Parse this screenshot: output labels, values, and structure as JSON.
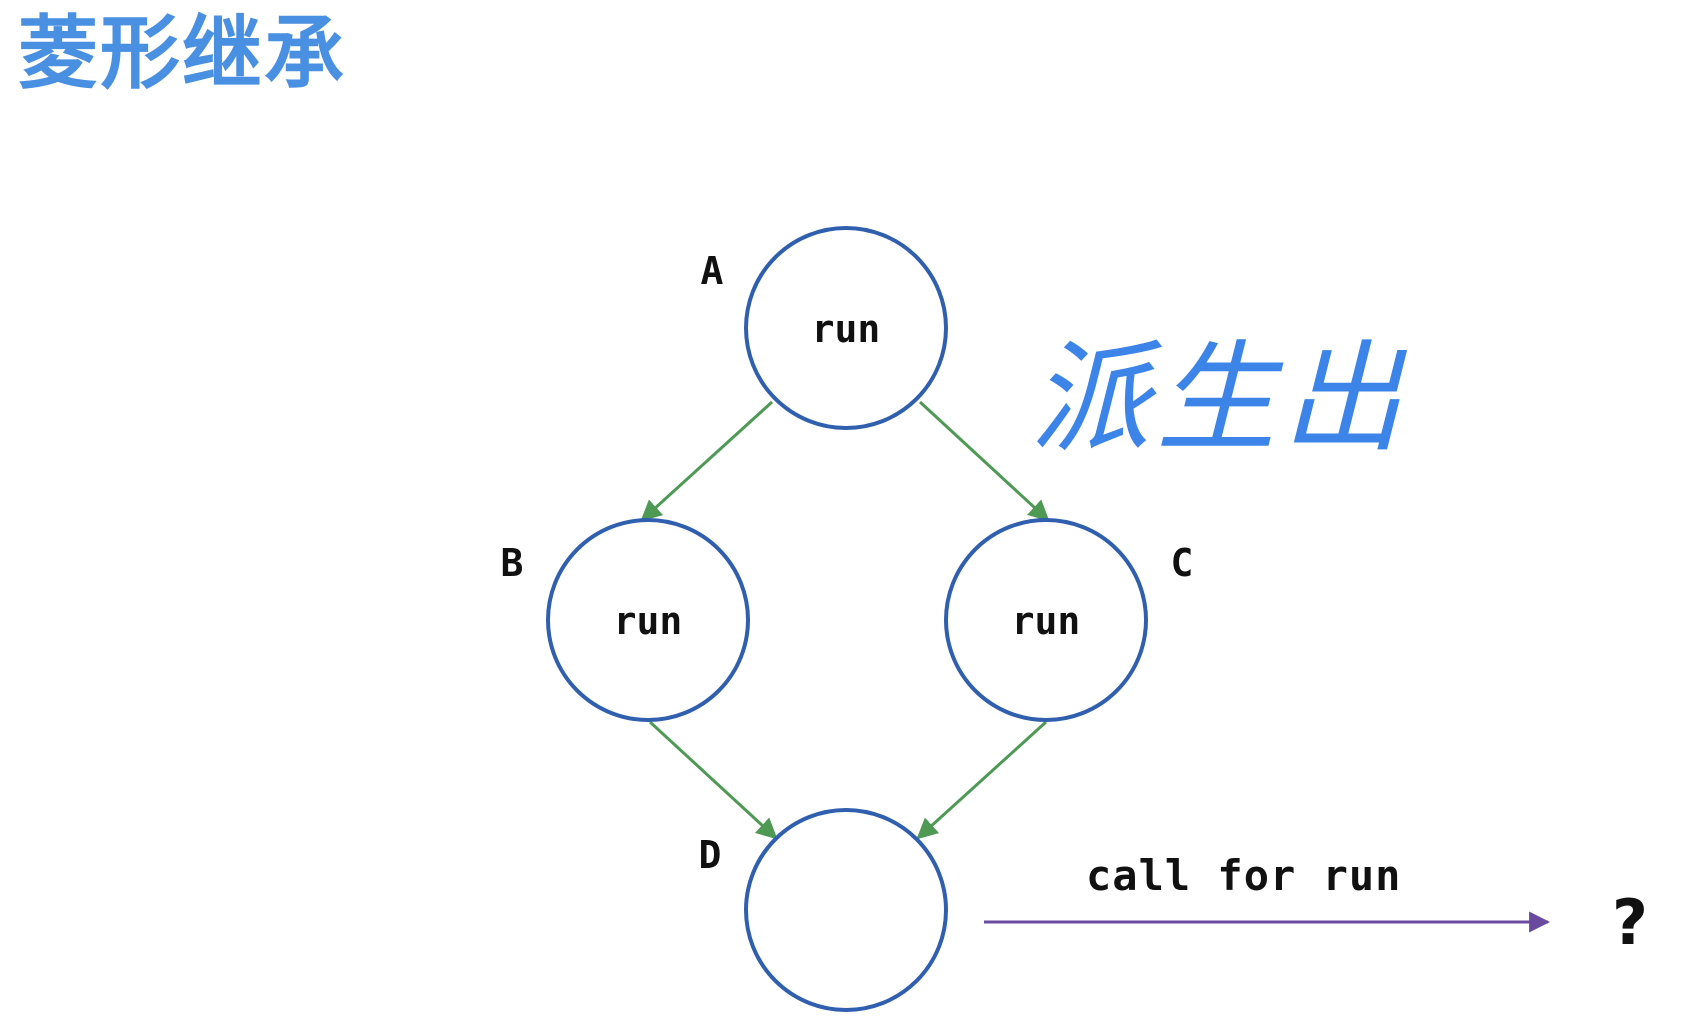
{
  "page": {
    "title": "菱形继承",
    "handwritten_note": "派生出"
  },
  "nodes": {
    "A": {
      "label": "A",
      "method": "run"
    },
    "B": {
      "label": "B",
      "method": "run"
    },
    "C": {
      "label": "C",
      "method": "run"
    },
    "D": {
      "label": "D",
      "method": ""
    }
  },
  "call": {
    "label": "call for run",
    "result": "?"
  },
  "colors": {
    "title": "#4a90e2",
    "node_stroke": "#2f5fae",
    "edge": "#4e9a55",
    "call_arrow": "#6a4a9e",
    "handwriting": "#3c84e8",
    "text": "#111111"
  },
  "edges": [
    {
      "from": "A",
      "to": "B"
    },
    {
      "from": "A",
      "to": "C"
    },
    {
      "from": "B",
      "to": "D"
    },
    {
      "from": "C",
      "to": "D"
    }
  ]
}
